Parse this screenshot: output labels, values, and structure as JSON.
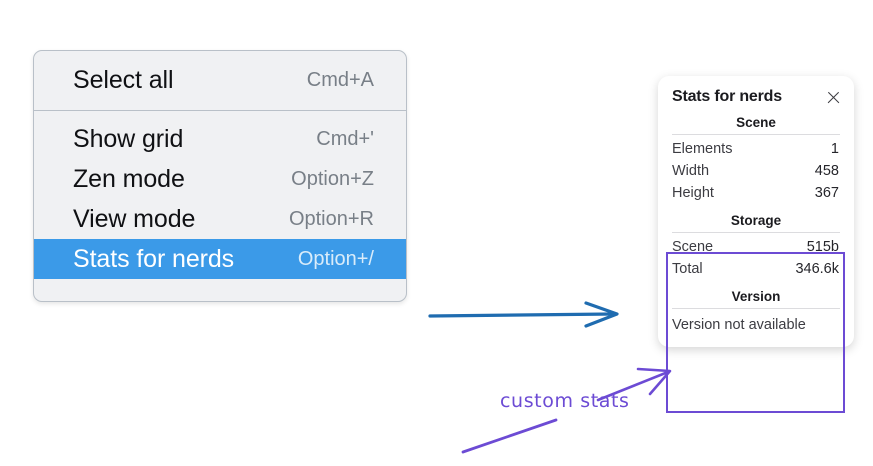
{
  "context_menu": {
    "groups": [
      {
        "items": [
          {
            "label": "Select all",
            "shortcut": "Cmd+A",
            "selected": false
          }
        ]
      },
      {
        "items": [
          {
            "label": "Show grid",
            "shortcut": "Cmd+'",
            "selected": false
          },
          {
            "label": "Zen mode",
            "shortcut": "Option+Z",
            "selected": false
          },
          {
            "label": "View mode",
            "shortcut": "Option+R",
            "selected": false
          },
          {
            "label": "Stats for nerds",
            "shortcut": "Option+/",
            "selected": true
          }
        ]
      }
    ]
  },
  "stats_panel": {
    "title": "Stats for nerds",
    "close_icon": "close-icon",
    "sections": [
      {
        "heading": "Scene",
        "rows": [
          {
            "label": "Elements",
            "value": "1"
          },
          {
            "label": "Width",
            "value": "458"
          },
          {
            "label": "Height",
            "value": "367"
          }
        ]
      },
      {
        "heading": "Storage",
        "rows": [
          {
            "label": "Scene",
            "value": "515b"
          },
          {
            "label": "Total",
            "value": "346.6k"
          }
        ]
      },
      {
        "heading": "Version",
        "note": "Version not available"
      }
    ]
  },
  "annotations": {
    "custom_stats_label": "custom stats",
    "blue_arrow_color": "#1f6cb0",
    "purple_color": "#6c4bd4",
    "highlight_color": "#6c4bd4"
  }
}
